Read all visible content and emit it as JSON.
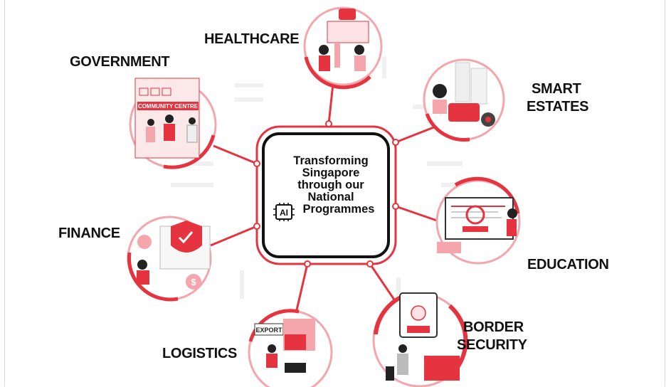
{
  "center": {
    "title_lines": [
      "Transforming",
      "Singapore",
      "through our",
      "National",
      "Programmes"
    ],
    "chip_label": "AI"
  },
  "sectors": {
    "healthcare": "HEALTHCARE",
    "government": "GOVERNMENT",
    "smart_estates_1": "SMART",
    "smart_estates_2": "ESTATES",
    "finance": "FINANCE",
    "education": "EDUCATION",
    "border_security_1": "BORDER",
    "border_security_2": "SECURITY",
    "logistics": "LOGISTICS"
  },
  "illustration_text": {
    "community_centre": "COMMUNITY CENTRE",
    "export": "EXPORT"
  },
  "colors": {
    "accent": "#e5343f",
    "accent_light": "#f4a6ac",
    "ink": "#111111"
  }
}
